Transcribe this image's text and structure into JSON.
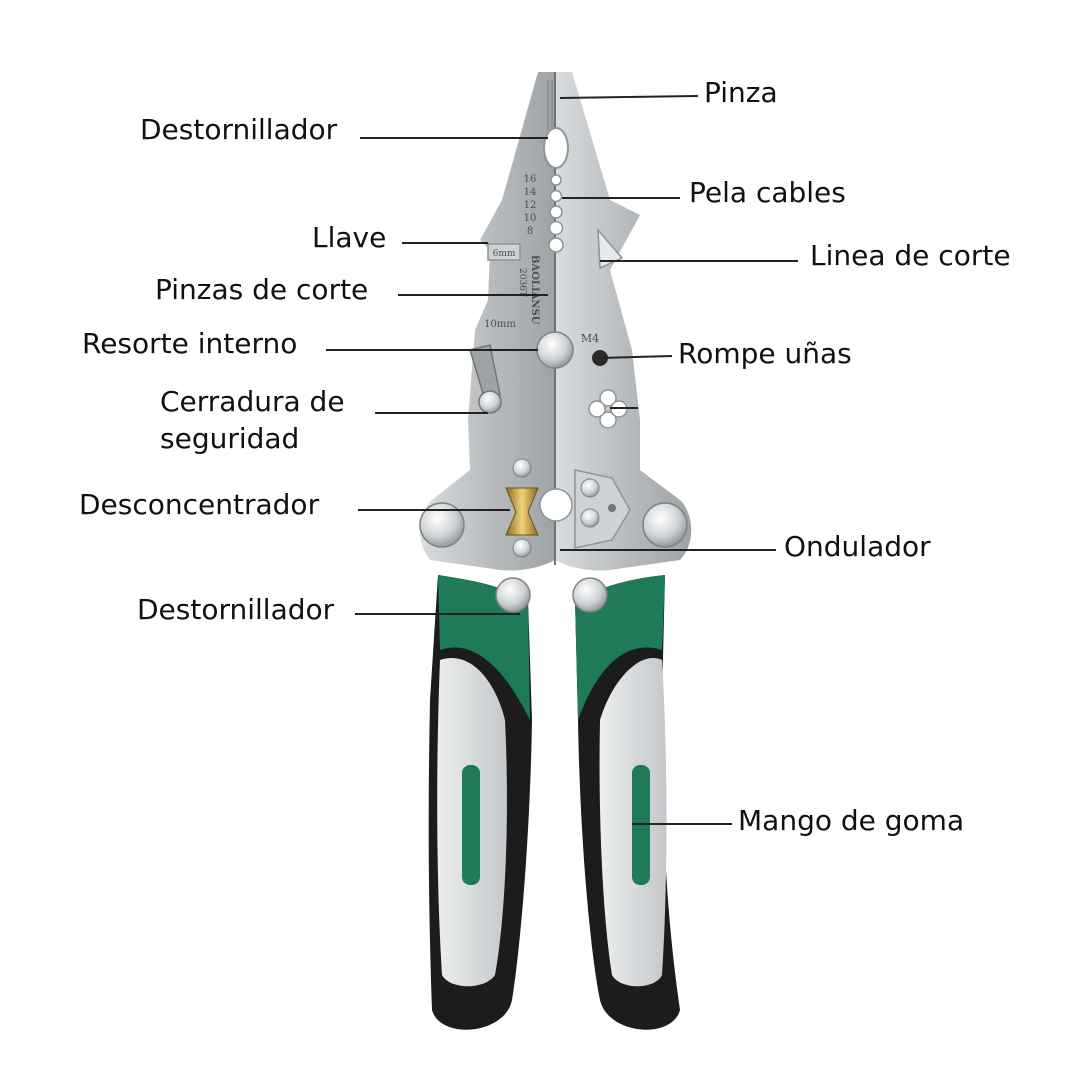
{
  "diagram": {
    "labels": {
      "pinza": "Pinza",
      "destornillador_top": "Destornillador",
      "pela_cables": "Pela cables",
      "llave": "Llave",
      "linea_corte": "Linea de corte",
      "pinzas_corte": "Pinzas de corte",
      "resorte": "Resorte interno",
      "rompe": "Rompe uñas",
      "cerradura_1": "Cerradura de",
      "cerradura_2": "seguridad",
      "desconcentrador": "Desconcentrador",
      "ondulador": "Ondulador",
      "destornillador_bottom": "Destornillador",
      "mango": "Mango de goma"
    },
    "engravings": {
      "gauges": [
        "16",
        "14",
        "12",
        "10",
        "8"
      ],
      "key_size": "6mm",
      "key_size_large": "10mm",
      "thread": "M4",
      "brand": "BAOLIANSU",
      "model": "2036T"
    },
    "colors": {
      "steel": "#b9bdbf",
      "steel_dark": "#8e9396",
      "grip_green": "#1e7a57",
      "grip_black": "#1c1c1c",
      "grip_grey": "#d4d8da",
      "brass": "#c9a44a"
    }
  }
}
